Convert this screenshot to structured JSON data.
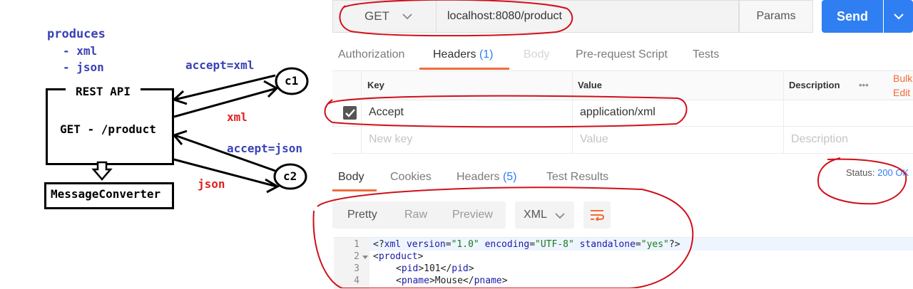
{
  "diagram": {
    "produces_title": "produces",
    "produces_items": [
      "- xml",
      "- json"
    ],
    "rest_api_title": "REST API",
    "endpoint": "GET - /product",
    "converter": "MessageConverter",
    "client1": "c1",
    "client2": "c2",
    "accept_xml": "accept=xml",
    "accept_json": "accept=json",
    "resp_xml": "xml",
    "resp_json": "json"
  },
  "request": {
    "method": "GET",
    "url": "localhost:8080/product",
    "params_label": "Params",
    "send_label": "Send"
  },
  "request_tabs": {
    "authorization": "Authorization",
    "headers": "Headers",
    "headers_count": "(1)",
    "body": "Body",
    "pre_request": "Pre-request Script",
    "tests": "Tests"
  },
  "headers_table": {
    "col_key": "Key",
    "col_value": "Value",
    "col_description": "Description",
    "more": "•••",
    "bulk_edit_line1": "Bulk",
    "bulk_edit_line2": "Edit",
    "rows": [
      {
        "key": "Accept",
        "value": "application/xml",
        "checked": true
      }
    ],
    "new_key_placeholder": "New key",
    "value_placeholder": "Value",
    "description_placeholder": "Description"
  },
  "response_tabs": {
    "body": "Body",
    "cookies": "Cookies",
    "headers": "Headers",
    "headers_count": "(5)",
    "test_results": "Test Results",
    "status_label": "Status:",
    "status_value": "200 OK"
  },
  "view": {
    "pretty": "Pretty",
    "raw": "Raw",
    "preview": "Preview",
    "format": "XML"
  },
  "code": {
    "line_numbers": [
      "1",
      "2",
      "3",
      "4"
    ]
  },
  "colors": {
    "accent_blue": "#2f7ff2",
    "accent_orange": "#f26b3a",
    "annotation_red": "#d0101a",
    "diagram_blue": "#3a41b5"
  }
}
